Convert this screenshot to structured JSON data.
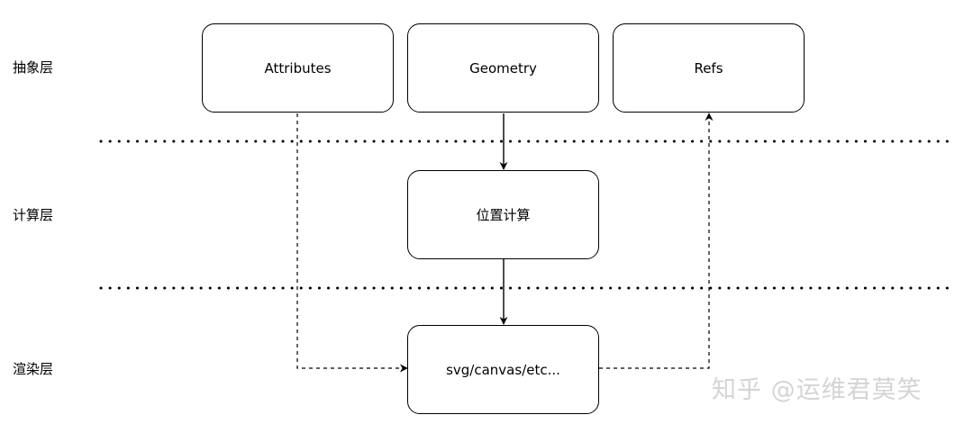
{
  "layers": {
    "abstract": "抽象层",
    "compute": "计算层",
    "render": "渲染层"
  },
  "nodes": {
    "attributes": "Attributes",
    "geometry": "Geometry",
    "refs": "Refs",
    "position": "位置计算",
    "renderer": "svg/canvas/etc..."
  },
  "watermark": "知乎 @运维君莫笑"
}
